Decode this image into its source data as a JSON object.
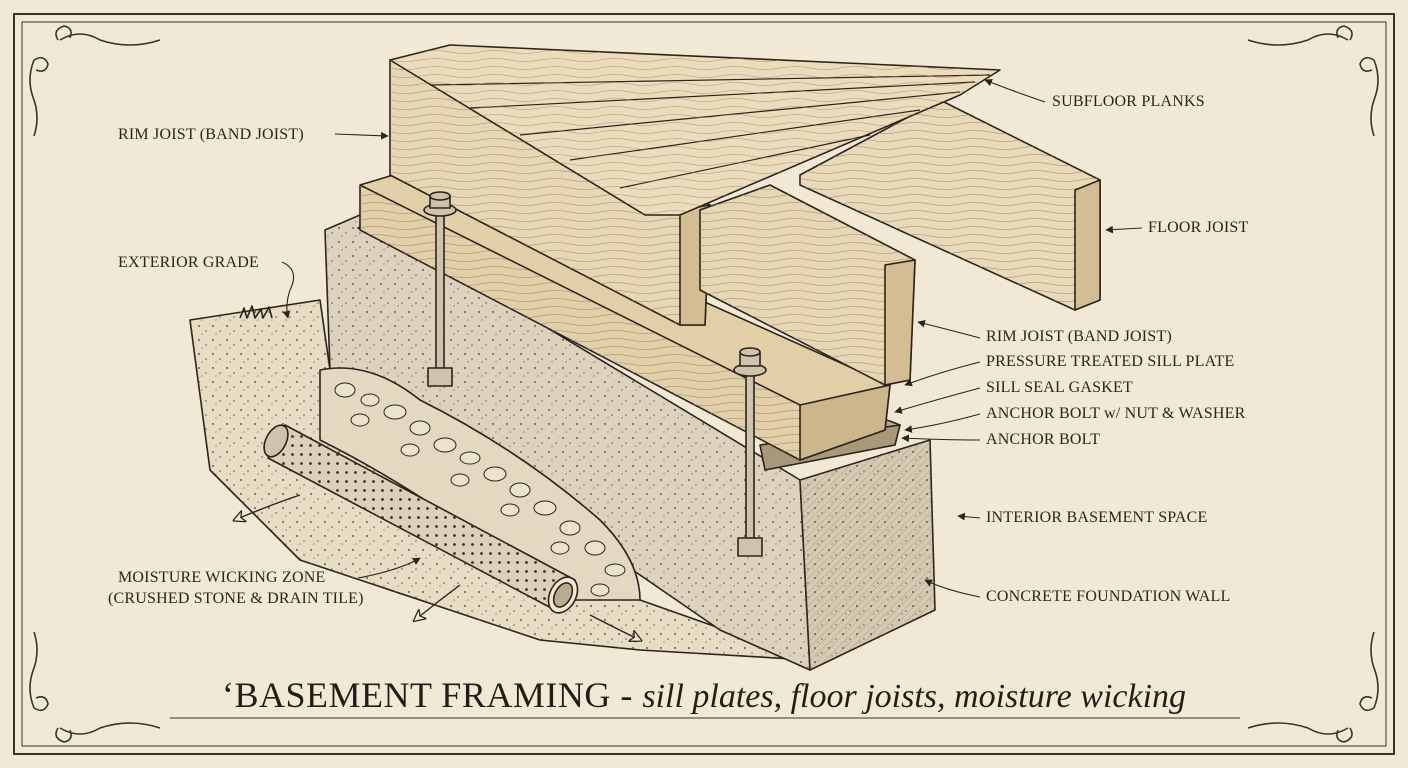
{
  "labels": {
    "subfloor_planks": "SUBFLOOR PLANKS",
    "rim_joist_top": "RIM JOIST (BAND JOIST)",
    "floor_joist": "FLOOR JOIST",
    "exterior_grade": "EXTERIOR GRADE",
    "rim_joist_right": "RIM JOIST (BAND JOIST)",
    "sill_plate": "PRESSURE TREATED SILL PLATE",
    "sill_seal": "SILL SEAL GASKET",
    "anchor_bolt_nut": "ANCHOR BOLT w/ NUT & WASHER",
    "anchor_bolt": "ANCHOR BOLT",
    "interior_space": "INTERIOR BASEMENT SPACE",
    "moisture_zone_line1": "MOISTURE WICKING ZONE",
    "moisture_zone_line2": "(CRUSHED STONE & DRAIN TILE)",
    "foundation_wall": "CONCRETE FOUNDATION WALL"
  },
  "title": {
    "main": "‘BASEMENT FRAMING - ",
    "sub": "sill plates, floor joists, moisture wicking"
  },
  "colors": {
    "paper": "#f1e9d6",
    "ink": "#2a241c",
    "wood": "#e4d3b0",
    "concrete": "#ddd2bd"
  }
}
